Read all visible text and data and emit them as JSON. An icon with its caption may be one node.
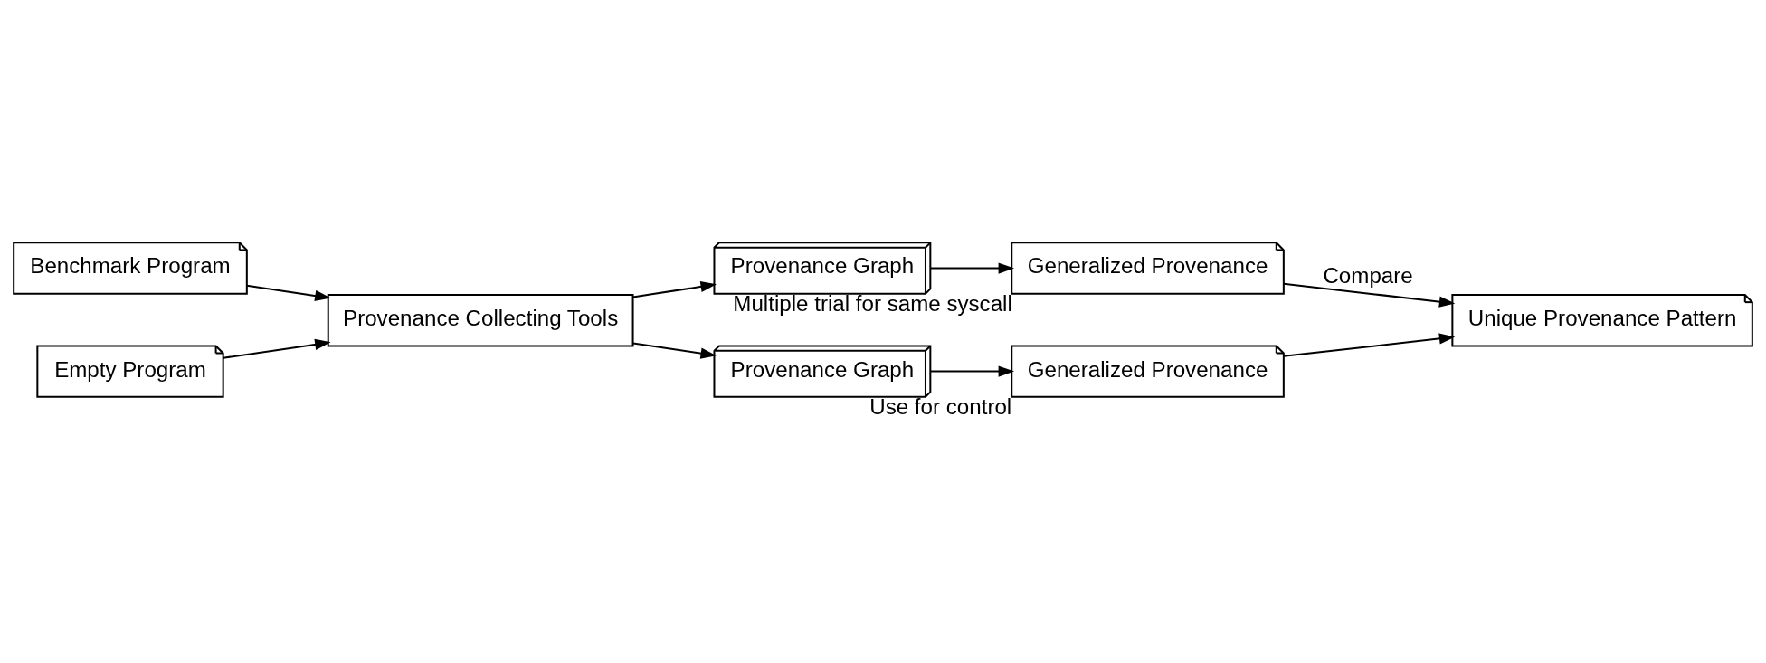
{
  "diagram": {
    "nodes": [
      {
        "text": [
          "Benchmark Program"
        ]
      },
      {
        "text": [
          "Empty Program"
        ]
      },
      {
        "text": [
          "Provenance Collecting Tools"
        ]
      },
      {
        "text": [
          "Provenance Graph"
        ]
      },
      {
        "text": [
          "Provenance Graph"
        ]
      },
      {
        "text": [
          "Generalized Provenance"
        ],
        "beside": [
          "Multiple trial for same syscall"
        ]
      },
      {
        "text": [
          "Generalized Provenance"
        ],
        "beside": [
          "Use for control"
        ]
      },
      {
        "text": [
          "Unique Provenance Pattern"
        ]
      }
    ],
    "edges": [
      {
        "from": 0,
        "to": 2,
        "arrow": "to"
      },
      {
        "from": 1,
        "to": 2,
        "arrow": "to"
      },
      {
        "from": 2,
        "to": 3,
        "arrow": "to"
      },
      {
        "from": 2,
        "to": 4,
        "arrow": "to"
      },
      {
        "from": 3,
        "to": 5,
        "arrow": "to"
      },
      {
        "from": 4,
        "to": 6,
        "arrow": "to"
      },
      {
        "from": 5,
        "to": 7,
        "arrow": "to",
        "label": "Compare"
      },
      {
        "from": 6,
        "to": 7,
        "arrow": "to"
      }
    ]
  }
}
